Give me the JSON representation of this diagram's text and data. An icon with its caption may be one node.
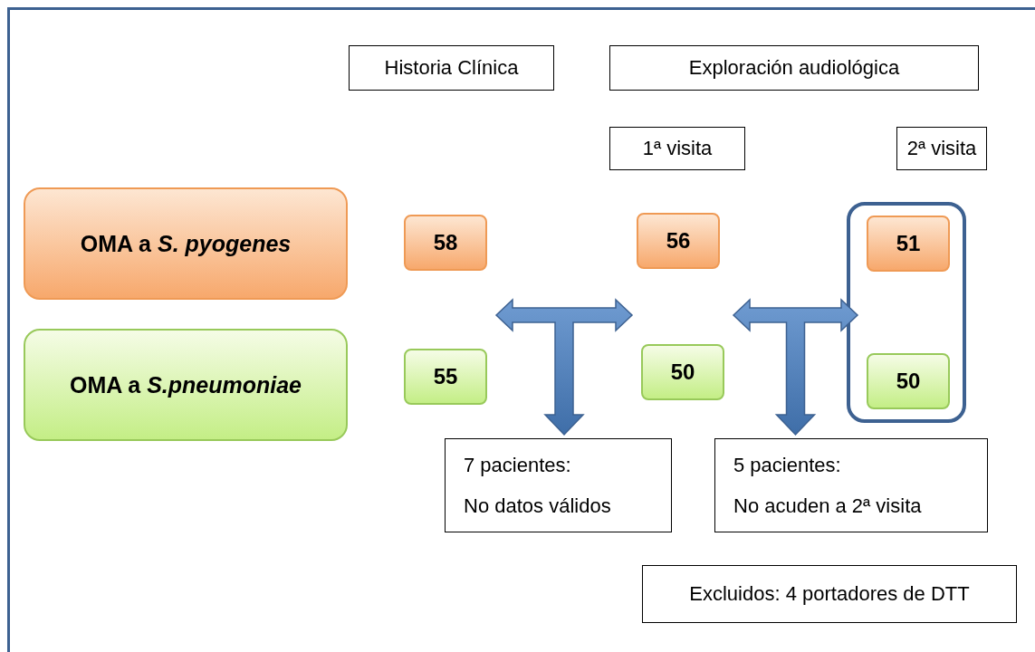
{
  "diagram": {
    "nodes": [
      {
        "text": [
          "Historia Clínica"
        ]
      },
      {
        "text": [
          "Exploración audiológica"
        ]
      },
      {
        "text": [
          "1ª visita"
        ]
      },
      {
        "text": [
          "2ª visita"
        ]
      },
      {
        "text": [
          "OMA a *S. pyogenes*"
        ]
      },
      {
        "text": [
          "58"
        ]
      },
      {
        "text": [
          "56"
        ]
      },
      {
        "text": [],
        "shape": "box"
      },
      {
        "text": [
          "51"
        ],
        "in": 7
      },
      {
        "text": [
          "OMA a *S.pneumoniae*"
        ]
      },
      {
        "text": [
          "55"
        ]
      },
      {
        "text": [
          "50"
        ]
      },
      {
        "text": [
          "50"
        ],
        "in": 7
      },
      {
        "text": [
          "7 pacientes:",
          "No datos válidos"
        ]
      },
      {
        "text": [
          "5 pacientes:",
          "No acuden a 2ª visita"
        ]
      },
      {
        "text": [
          "Excluidos: 4 portadores de DTT"
        ]
      }
    ],
    "edges": [
      {
        "from": 10,
        "to": 11,
        "arrow": "both",
        "style": "thick"
      },
      {
        "from": null,
        "to": 13,
        "arrow": "to",
        "style": "thick"
      },
      {
        "from": 11,
        "to": 12,
        "arrow": "both",
        "style": "thick"
      },
      {
        "from": null,
        "to": 14,
        "arrow": "to",
        "style": "thick"
      }
    ]
  }
}
